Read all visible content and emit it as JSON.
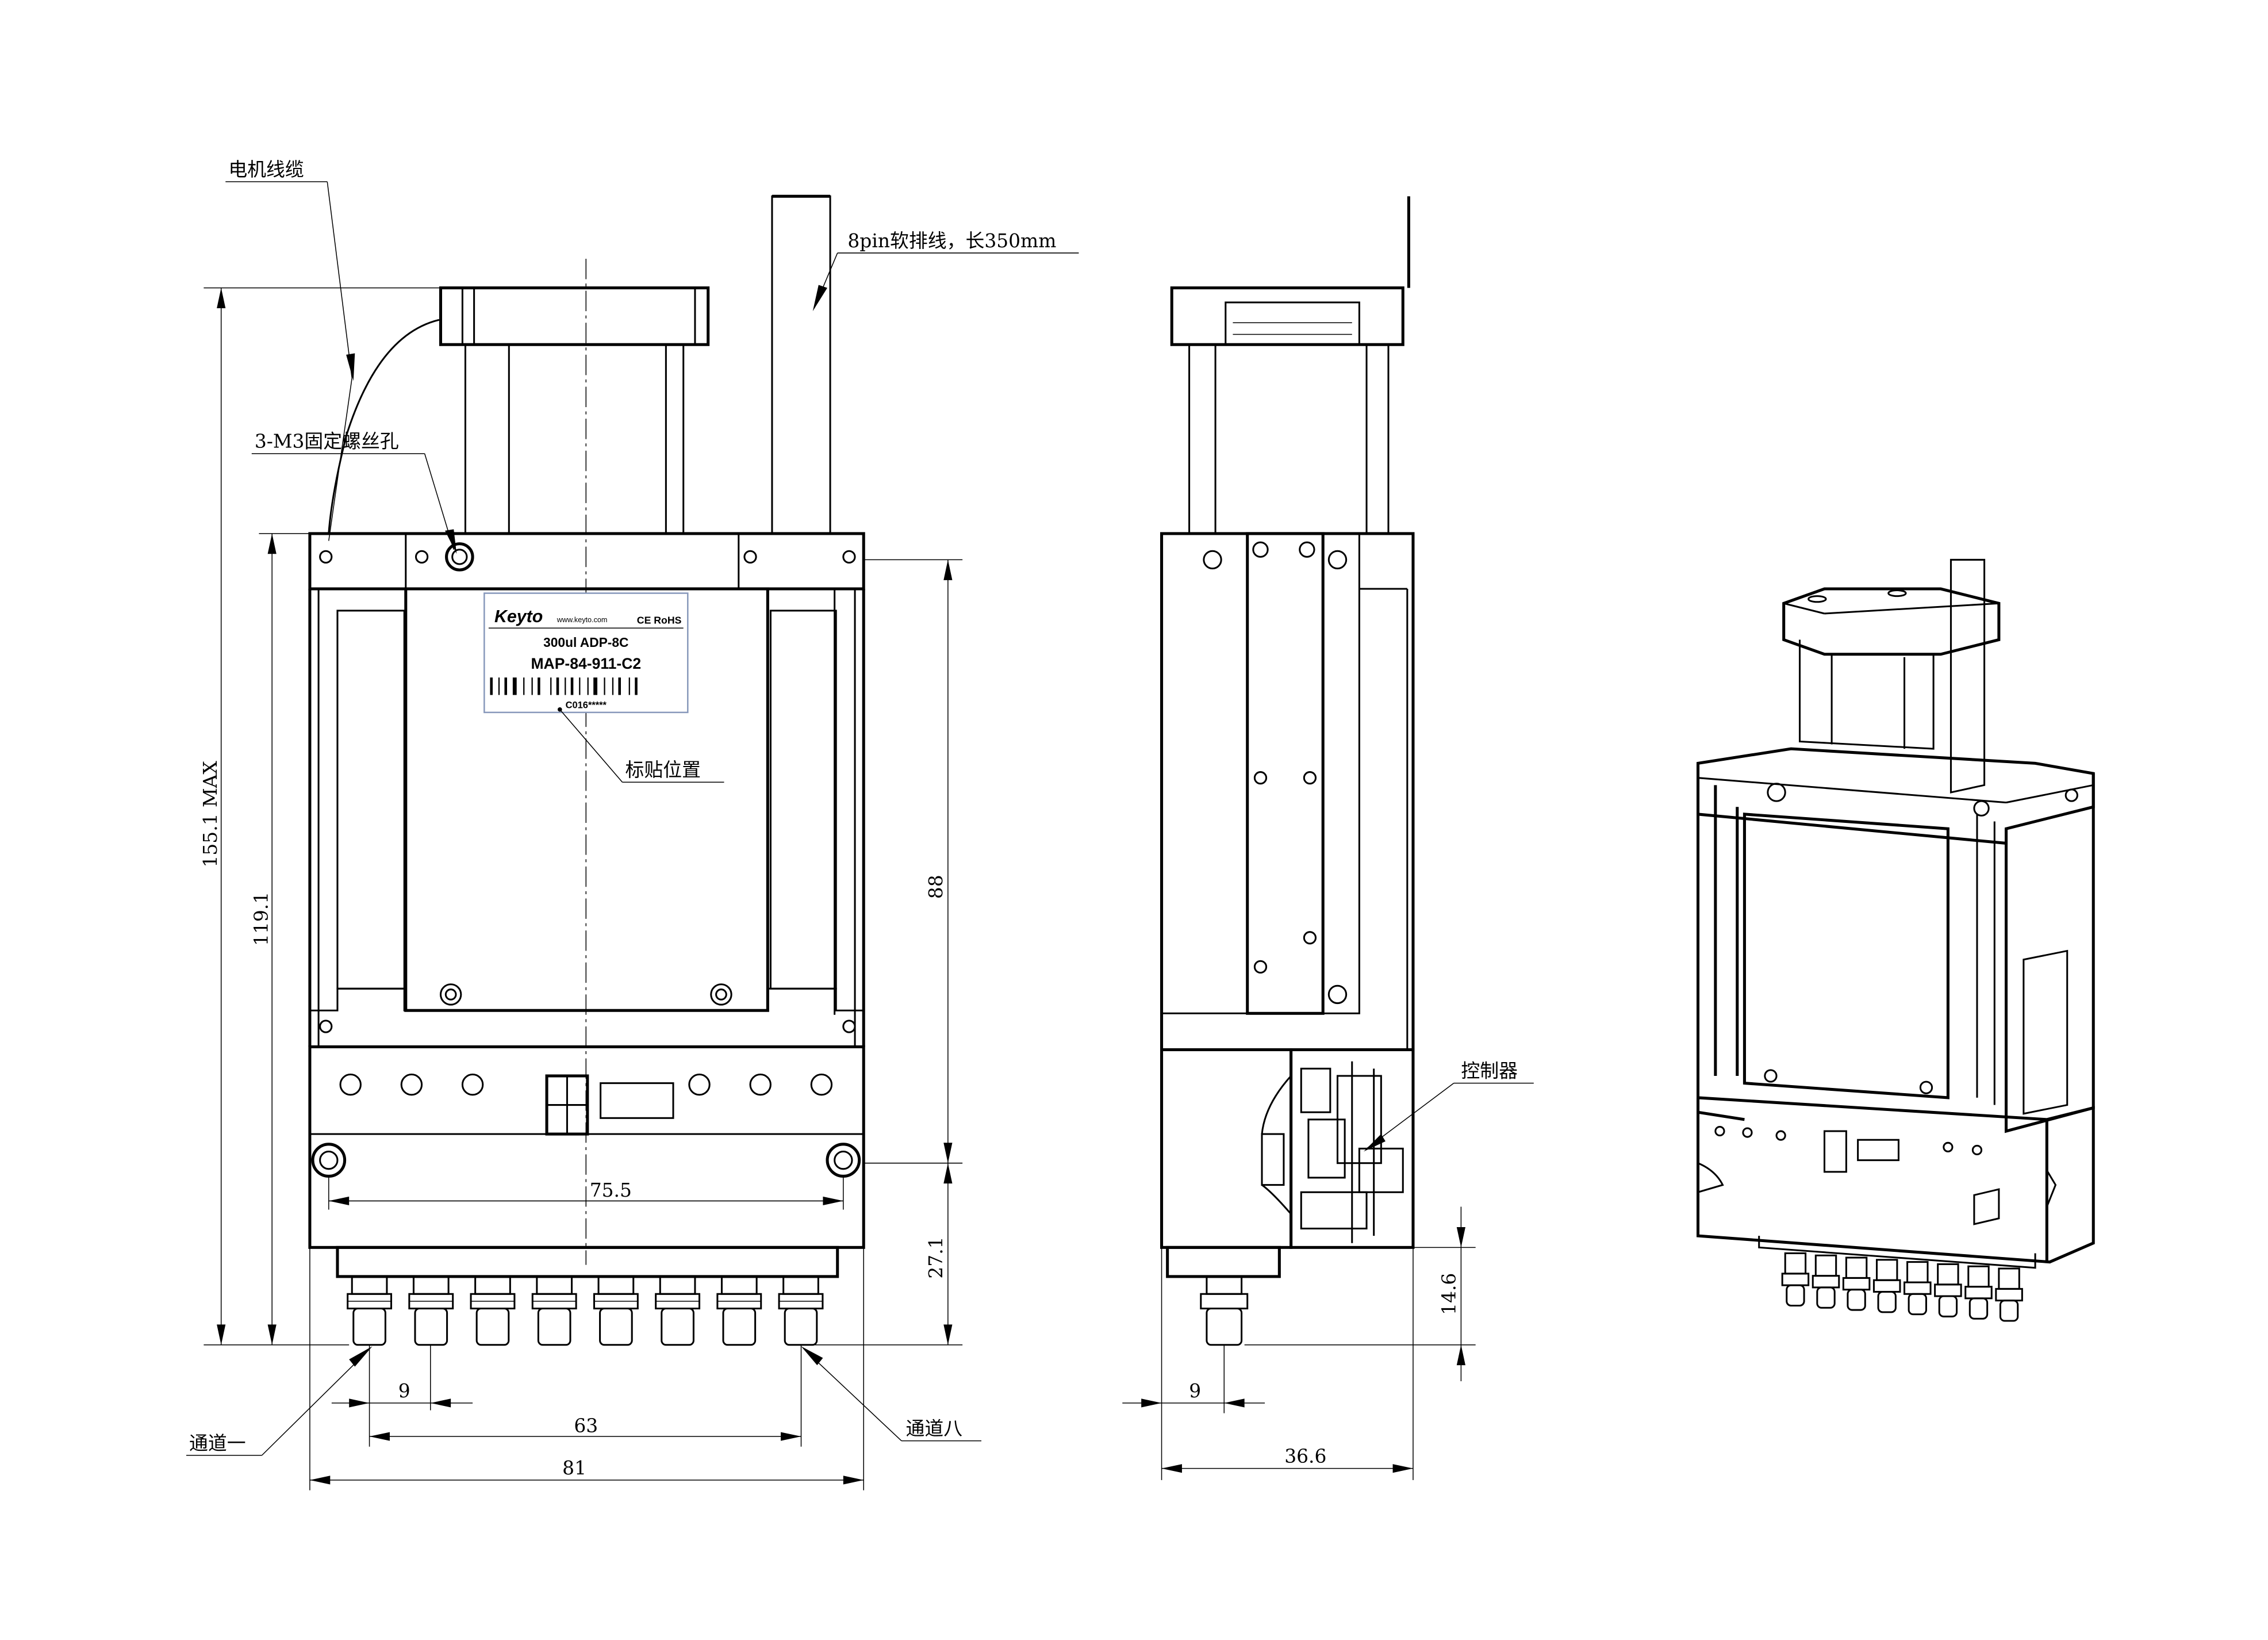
{
  "callouts": {
    "motor_cable": "电机线缆",
    "mount_holes": "3-M3固定螺丝孔",
    "ribbon_cable": "8pin软排线，长350mm",
    "label_position": "标贴位置",
    "channel_one": "通道一",
    "channel_eight": "通道八",
    "controller": "控制器"
  },
  "dimensions": {
    "overall_height": "155.1 MAX",
    "body_height": "119.1",
    "upper_height": "88",
    "lower_height": "27.1",
    "hole_spacing": "75.5",
    "nozzle_pitch": "9",
    "nozzle_span": "63",
    "overall_width": "81",
    "side_nozzle_offset": "9",
    "side_depth": "36.6",
    "nozzle_length": "14.6"
  },
  "product_label": {
    "brand": "Keyto",
    "website": "www.keyto.com",
    "certs": "CE RoHS",
    "model": "300ul ADP-8C",
    "part_number": "MAP-84-911-C2",
    "serial": "C016*****"
  }
}
